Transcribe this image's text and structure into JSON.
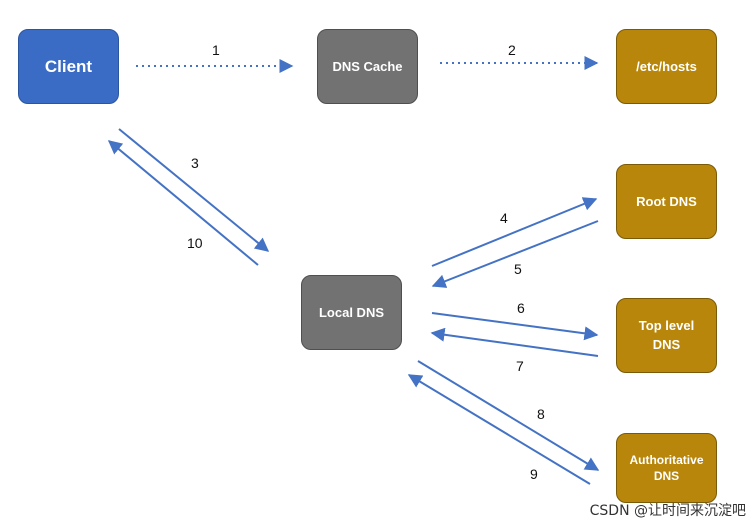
{
  "nodes": {
    "client": "Client",
    "cache": "DNS Cache",
    "hosts": "/etc/hosts",
    "local": "Local DNS",
    "root": "Root DNS",
    "tld": "Top level\nDNS",
    "auth": "Authoritative\nDNS"
  },
  "steps": [
    "1",
    "2",
    "3",
    "4",
    "5",
    "6",
    "7",
    "8",
    "9",
    "10"
  ],
  "colors": {
    "arrow": "#4472c4",
    "client": "#3a6cc6",
    "cache": "#727272",
    "server": "#b8860b"
  },
  "watermark": "CSDN @让时间来沉淀吧"
}
